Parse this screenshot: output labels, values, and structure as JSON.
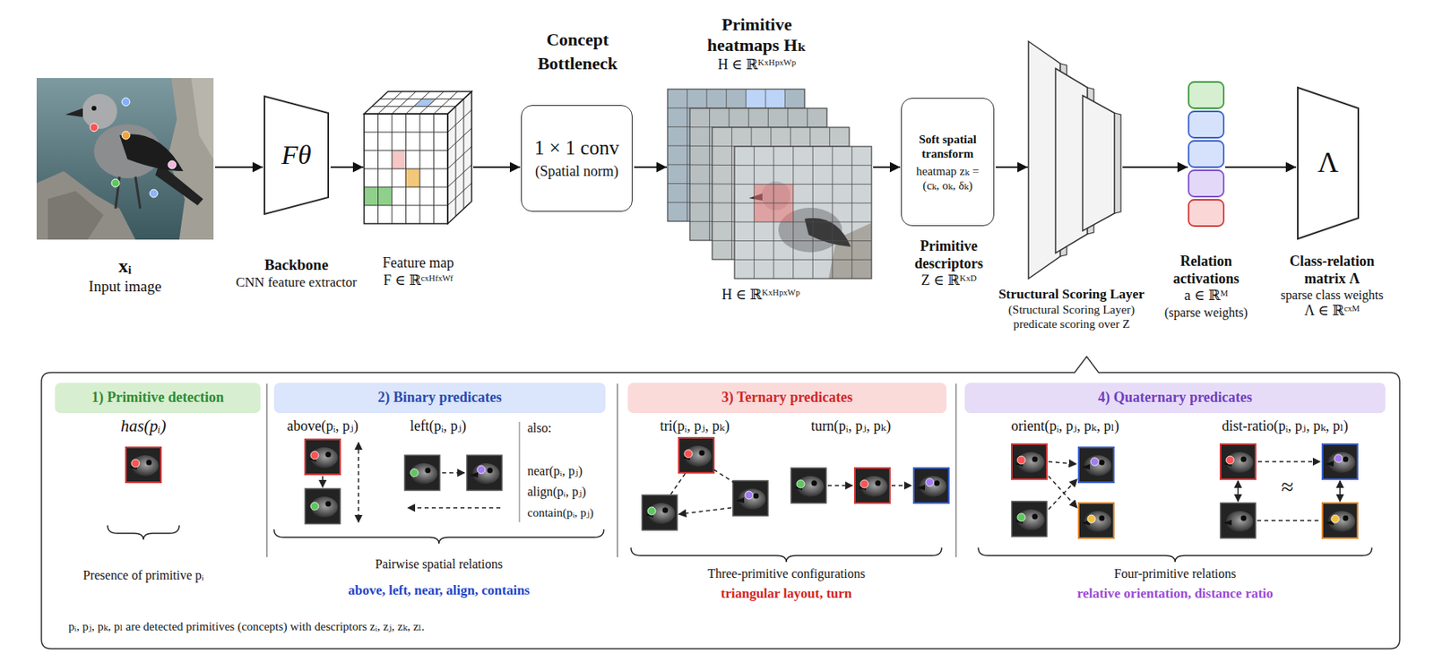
{
  "diagram": {
    "nodes": [
      {
        "text": [
          "xᵢ",
          "Input image"
        ]
      },
      {
        "text": [
          "Fθ",
          "Backbone",
          "CNN feature extractor"
        ]
      },
      {
        "text": [
          "Feature map",
          "F ∈ ℝᶜˣᴴᶠˣᵂᶠ"
        ]
      },
      {
        "text": [
          "Concept Bottleneck",
          "1 × 1 conv",
          "(Spatial norm)"
        ]
      },
      {
        "text": [
          "Primitive heatmaps Hₖ",
          "H ∈ ℝᴷˣᴴᵖˣᵂᵖ",
          "H ∈ ℝᴷˣᴴᵖˣᵂᵖ"
        ]
      },
      {
        "text": [
          "Soft spatial transform",
          "heatmap zₖ = (cₖ, oₖ, δₖ)",
          "Primitive descriptors",
          "Z ∈ ℝᴷˣᴰ"
        ]
      },
      {
        "text": [
          "Structural Scoring Layer",
          "(Structural Scoring Layer)",
          "predicate scoring over Z"
        ]
      },
      {
        "text": [
          "Relation activations",
          "a ∈ ℝᴹ",
          "(sparse weights)"
        ]
      },
      {
        "text": [
          "Λ",
          "Class-relation matrix Λ",
          "sparse class weights",
          "Λ ∈ ℝᶜˣᴹ"
        ]
      },
      {
        "text": [
          "pᵢ, pⱼ, pₖ, pₗ are detected primitives (concepts) with descriptors zᵢ, zⱼ, zₖ, zₗ."
        ]
      },
      {
        "text": [
          "1) Primitive detection"
        ],
        "in": 9
      },
      {
        "text": [
          "2) Binary predicates"
        ],
        "in": 9
      },
      {
        "text": [
          "3) Ternary predicates"
        ],
        "in": 9
      },
      {
        "text": [
          "4) Quaternary predicates"
        ],
        "in": 9
      }
    ],
    "edges": [
      {
        "from": 0,
        "to": 1,
        "arrow": "to"
      },
      {
        "from": 1,
        "to": 2,
        "arrow": "to"
      },
      {
        "from": 2,
        "to": 3,
        "arrow": "to"
      },
      {
        "from": 3,
        "to": 4,
        "arrow": "to"
      },
      {
        "from": 4,
        "to": 5,
        "arrow": "to"
      },
      {
        "from": 5,
        "to": 6,
        "arrow": "to"
      },
      {
        "from": 6,
        "to": 7,
        "arrow": "to"
      },
      {
        "from": 7,
        "to": 8,
        "arrow": "to"
      }
    ],
    "labels": [
      "has(pᵢ)",
      "Presence of primitive pᵢ",
      "above(pᵢ, pⱼ)",
      "left(pᵢ, pⱼ)",
      "also:",
      "near(pᵢ, pⱼ)",
      "align(pᵢ, pⱼ)",
      "contain(pᵢ, pⱼ)",
      "Pairwise spatial relations",
      "above, left, near, align, contains",
      "tri(pᵢ, pⱼ, pₖ)",
      "turn(pᵢ, pⱼ, pₖ)",
      "Three-primitive configurations",
      "triangular layout, turn",
      "orient(pᵢ, pⱼ, pₖ, pₗ)",
      "dist-ratio(pᵢ, pⱼ, pₖ, pₗ)",
      "≈",
      "Four-primitive relations",
      "relative orientation, distance ratio"
    ]
  }
}
